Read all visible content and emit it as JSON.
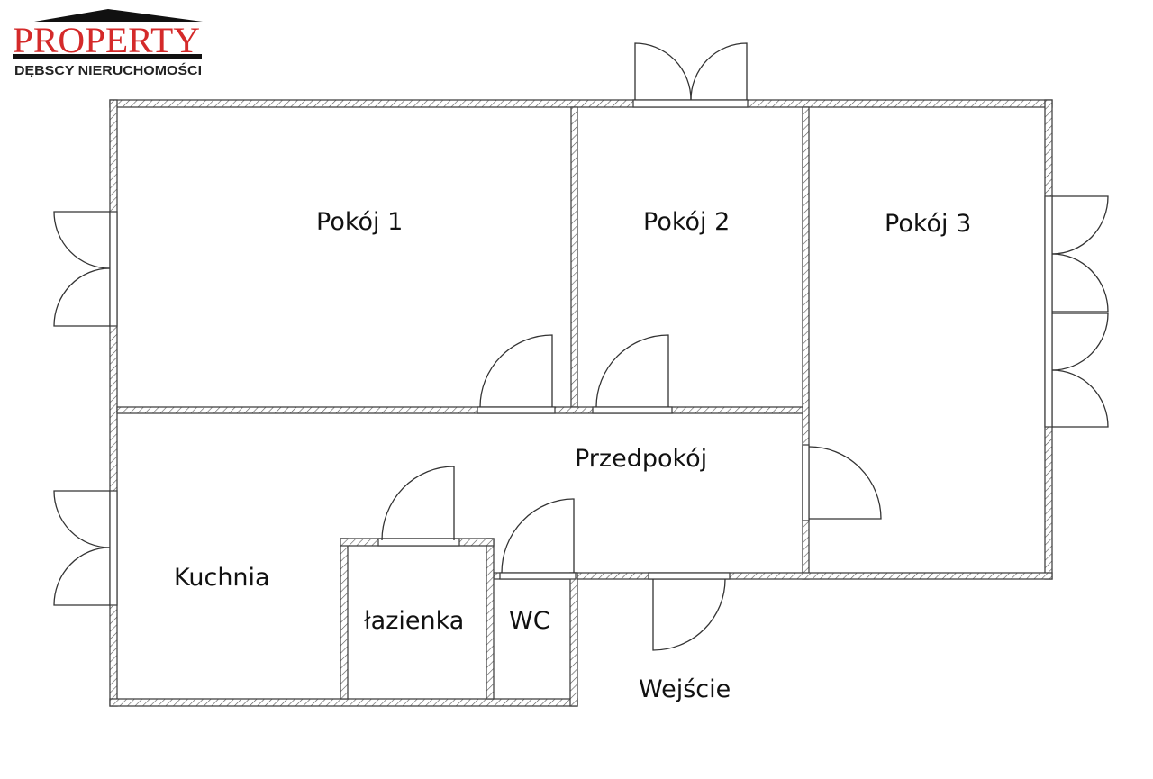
{
  "logo": {
    "brand": "PROPERTY",
    "subtitle": "DĘBSCY NIERUCHOMOŚCI"
  },
  "rooms": {
    "pokoj1": "Pokój 1",
    "pokoj2": "Pokój 2",
    "pokoj3": "Pokój 3",
    "przedpokoj": "Przedpokój",
    "kuchnia": "Kuchnia",
    "lazienka": "łazienka",
    "wc": "WC",
    "wejscie": "Wejście"
  },
  "colors": {
    "brand_red": "#d42a2a",
    "wall_line": "#444444"
  }
}
